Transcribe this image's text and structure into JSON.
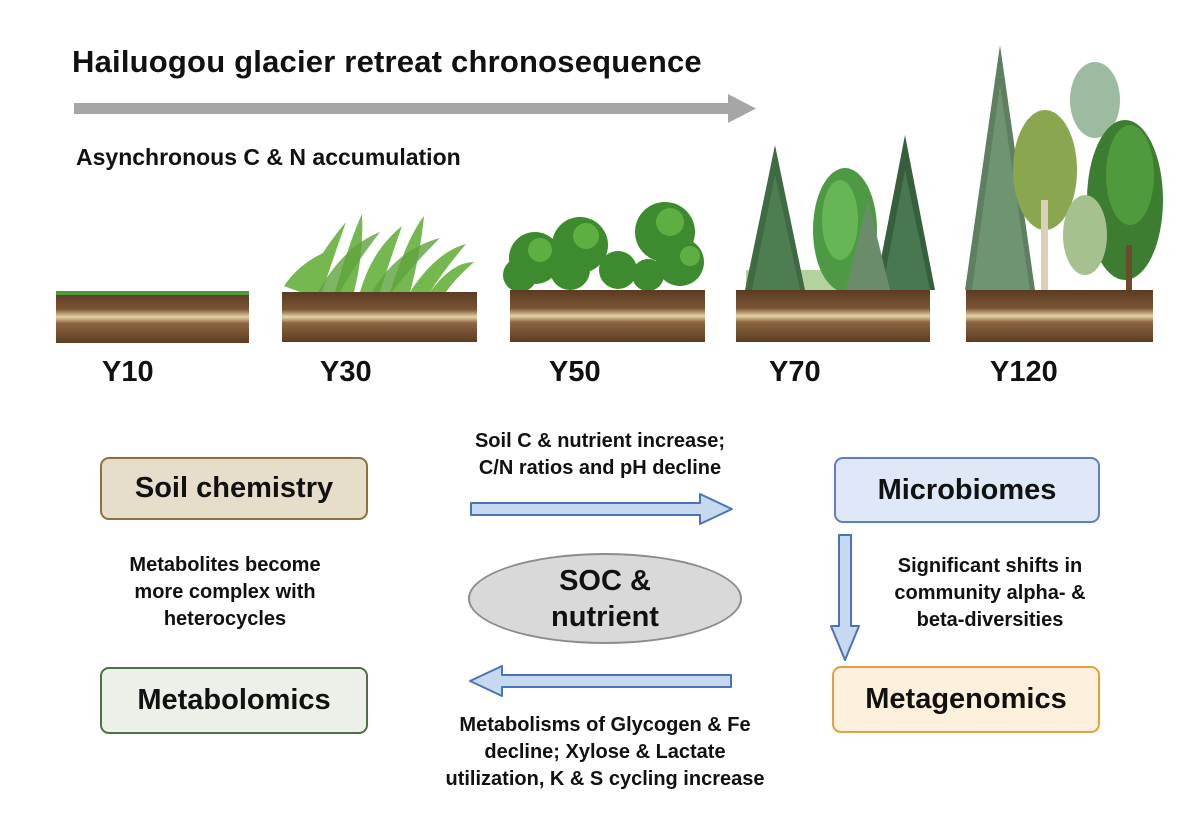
{
  "header": {
    "title": "Hailuogou glacier retreat chronosequence",
    "subtitle": "Asynchronous C & N accumulation"
  },
  "stages": [
    {
      "label": "Y10"
    },
    {
      "label": "Y30"
    },
    {
      "label": "Y50"
    },
    {
      "label": "Y70"
    },
    {
      "label": "Y120"
    }
  ],
  "boxes": {
    "soil_chemistry": {
      "label": "Soil chemistry",
      "fill": "#e7ddcb",
      "border": "#8a7340"
    },
    "microbiomes": {
      "label": "Microbiomes",
      "fill": "#dfe8f6",
      "border": "#5b7fc2"
    },
    "metagenomics": {
      "label": "Metagenomics",
      "fill": "#fdf1dd",
      "border": "#e0a13e"
    },
    "metabolomics": {
      "label": "Metabolomics",
      "fill": "#ebf1e8",
      "border": "#4f6e49"
    }
  },
  "center": {
    "line1": "SOC &",
    "line2": "nutrient"
  },
  "notes": {
    "top": {
      "line1": "Soil C & nutrient increase;",
      "line2": "C/N ratios and pH decline"
    },
    "right": {
      "line1": "Significant shifts in",
      "line2": "community alpha- &",
      "line3": "beta-diversities"
    },
    "bottom": {
      "line1": "Metabolisms of Glycogen & Fe",
      "line2": "decline; Xylose & Lactate",
      "line3": "utilization, K & S cycling increase"
    },
    "left": {
      "line1": "Metabolites become",
      "line2": "more complex with",
      "line3": "heterocycles"
    }
  },
  "colors": {
    "timeline_arrow": "#a6a6a6",
    "flow_arrow_fill": "#c6d9f1",
    "flow_arrow_stroke": "#4a74b8",
    "soil": "#6b4a2e",
    "grass": "#4f9a3c"
  }
}
